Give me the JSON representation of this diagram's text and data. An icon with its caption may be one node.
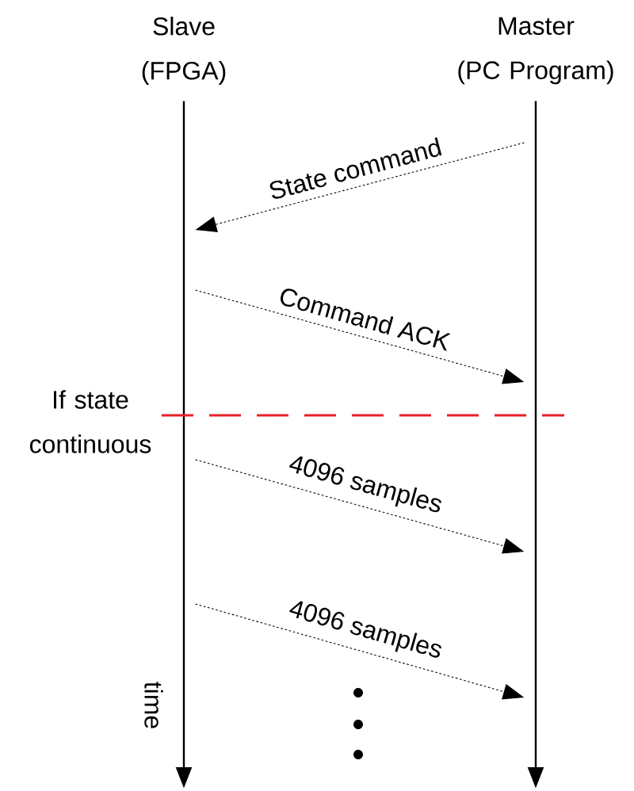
{
  "diagram": {
    "nodes": [
      {
        "text": [
          "Slave (FPGA)"
        ]
      },
      {
        "text": [
          "Master (PC Program)"
        ]
      },
      {
        "text": [],
        "shape": "bar"
      },
      {
        "text": [],
        "shape": "bar"
      }
    ],
    "edges": [
      {
        "from": 3,
        "to": 2,
        "arrow": "to",
        "label": "State command"
      },
      {
        "from": 2,
        "to": 3,
        "arrow": "to",
        "label": "Command ACK"
      },
      {
        "from": 2,
        "to": 3,
        "arrow": "to",
        "label": "4096 samples"
      },
      {
        "from": 2,
        "to": 3,
        "arrow": "to",
        "label": "4096 samples"
      }
    ],
    "labels": [
      "If state continuous",
      "time"
    ]
  }
}
